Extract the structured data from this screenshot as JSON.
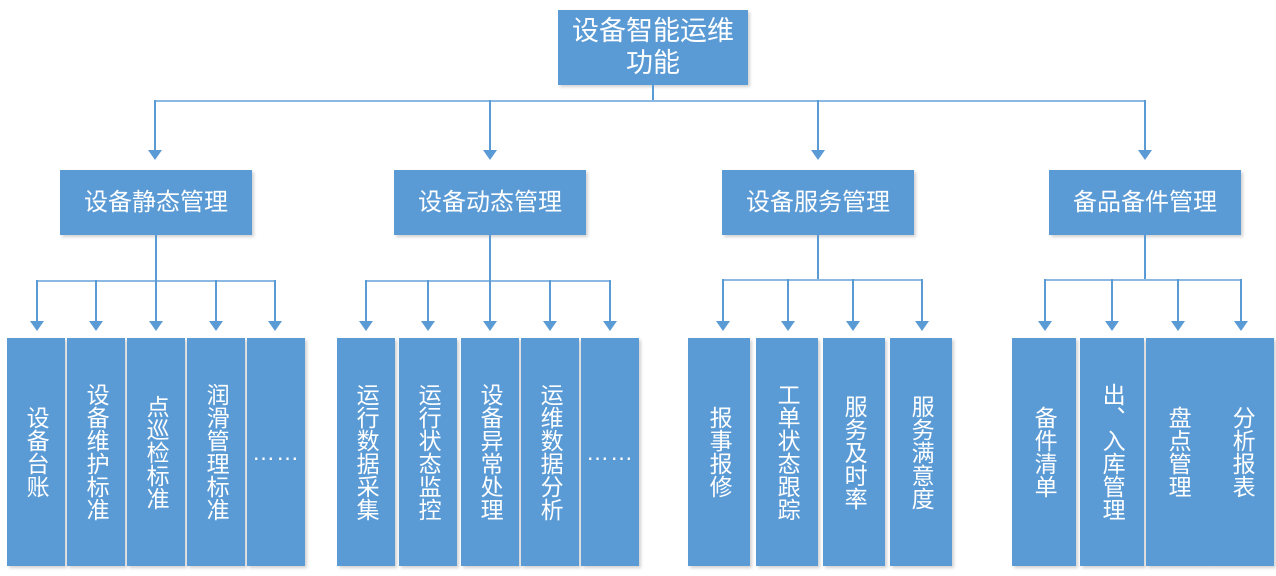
{
  "diagram": {
    "type": "org-hierarchy",
    "title": "设备智能运维功能",
    "colors": {
      "node_fill": "#5B9BD5",
      "node_text": "#FFFFFF",
      "connector": "#5B9BD5",
      "connector_light": "#8CB9E3",
      "background": "#FFFFFF"
    },
    "root": {
      "label": "设备智能运维功能"
    },
    "branches": [
      {
        "label": "设备静态管理",
        "children": [
          {
            "label": "设备台账"
          },
          {
            "label": "设备维护标准"
          },
          {
            "label": "点巡检标准"
          },
          {
            "label": "润滑管理标准"
          },
          {
            "label": "……",
            "is_ellipsis": true
          }
        ]
      },
      {
        "label": "设备动态管理",
        "children": [
          {
            "label": "运行数据采集"
          },
          {
            "label": "运行状态监控"
          },
          {
            "label": "设备异常处理"
          },
          {
            "label": "运维数据分析"
          },
          {
            "label": "……",
            "is_ellipsis": true
          }
        ]
      },
      {
        "label": "设备服务管理",
        "children": [
          {
            "label": "报事报修"
          },
          {
            "label": "工单状态跟踪"
          },
          {
            "label": "服务及时率"
          },
          {
            "label": "服务满意度"
          }
        ]
      },
      {
        "label": "备品备件管理",
        "children": [
          {
            "label": "备件清单"
          },
          {
            "label": "出、入库管理"
          },
          {
            "label": "盘点管理"
          },
          {
            "label": "分析报表"
          }
        ]
      }
    ]
  }
}
